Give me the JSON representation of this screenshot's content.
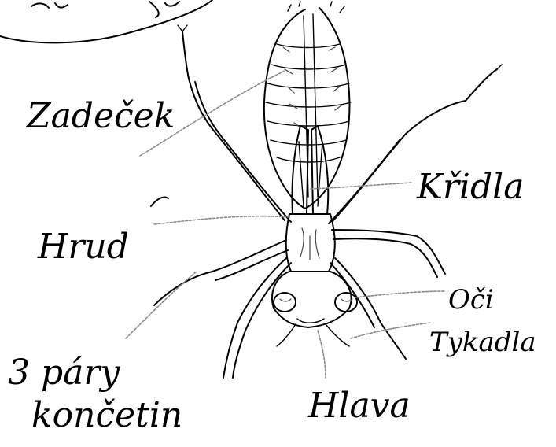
{
  "labels": {
    "zadecek": "Zadeček",
    "hrud": "Hrud",
    "kridla": "Křidla",
    "oci": "Oči",
    "tykadla": "Tykadla",
    "hlava": "Hlava",
    "pary_line1": "3 páry",
    "pary_line2": "končetin"
  }
}
